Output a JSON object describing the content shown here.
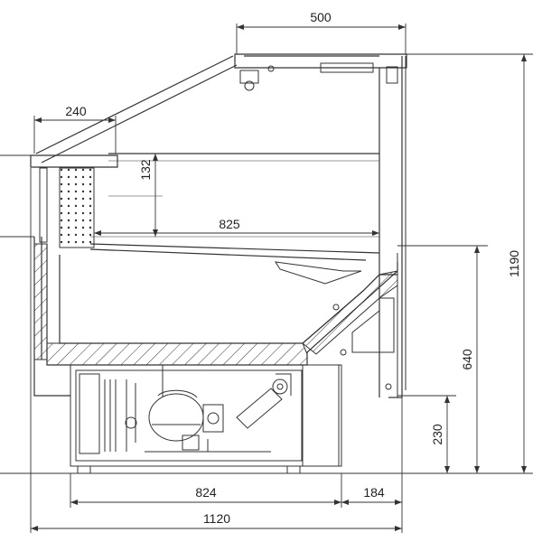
{
  "drawing": {
    "dimensions": {
      "top_width": "500",
      "shelf_depth": "240",
      "shelf_height": "132",
      "inner_span": "825",
      "total_height": "1190",
      "counter_height": "640",
      "base_height": "230",
      "base_width": "824",
      "overhang": "184",
      "overall_width": "1120"
    }
  }
}
